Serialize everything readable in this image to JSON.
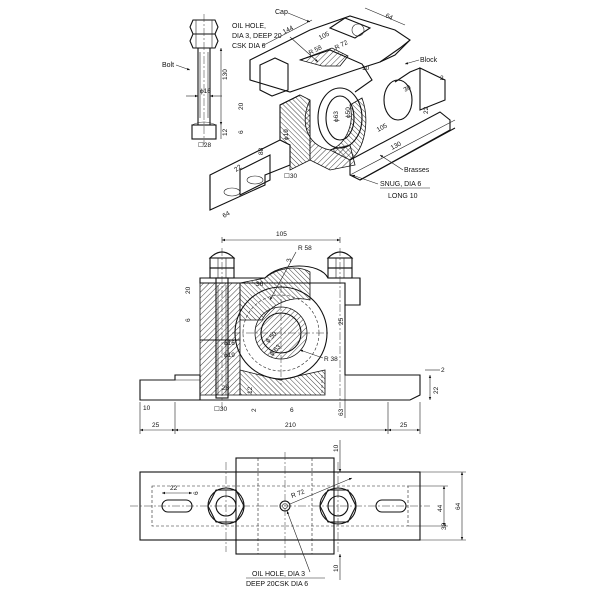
{
  "iso_view": {
    "labels": {
      "cap": "Cap",
      "bolt": "Bolt",
      "block": "Block",
      "brasses": "Brasses",
      "oil_hole_1": "OIL HOLE,",
      "oil_hole_2": "DIA 3, DEEP 20",
      "oil_hole_3": "CSK DIA 6",
      "snug_1": "SNUG, DIA 6",
      "snug_2": "LONG 10"
    },
    "dims": {
      "d64_top": "64",
      "d144": "144",
      "d105_top": "105",
      "r58": "R 58",
      "r72": "R 72",
      "d130_bolt": "130",
      "d16": "ϕ16",
      "d12": "12",
      "d28": "☐28",
      "d20": "20",
      "d6": "6",
      "d19": "ϕ19",
      "d88": "88",
      "d22_left": "22",
      "d64_base": "64",
      "d30": "☐30",
      "d63": "ϕ63",
      "d50": "ϕ50",
      "d10": "10",
      "d30_blk": "30",
      "d2": "2",
      "d22_right": "22",
      "d105_base": "105",
      "d130_base": "130"
    }
  },
  "front_view": {
    "dims": {
      "d105": "105",
      "r58": "R 58",
      "d3": "3",
      "d20": "20",
      "d6": "6",
      "d36": "36",
      "d16": "ϕ16",
      "d19": "ϕ19",
      "d50": "ϕ 50",
      "d63": "ϕ 63",
      "r38": "R 38",
      "d25": "25",
      "d2": "2",
      "d22": "22",
      "d28": "28",
      "d12": "12",
      "d10": "10",
      "d30": "☐30",
      "d2b": "2",
      "d6b": "6",
      "d63b": "63",
      "d25_left": "25",
      "d210": "210",
      "d25_right": "25"
    }
  },
  "top_view": {
    "dims": {
      "d10_top": "10",
      "r72": "R 72",
      "d22": "22",
      "d6": "6",
      "d44": "44",
      "d64": "64",
      "d32": "32",
      "d10_bot": "10"
    },
    "note_1": "OIL HOLE, DIA 3",
    "note_2": "DEEP 20CSK DIA 6"
  }
}
